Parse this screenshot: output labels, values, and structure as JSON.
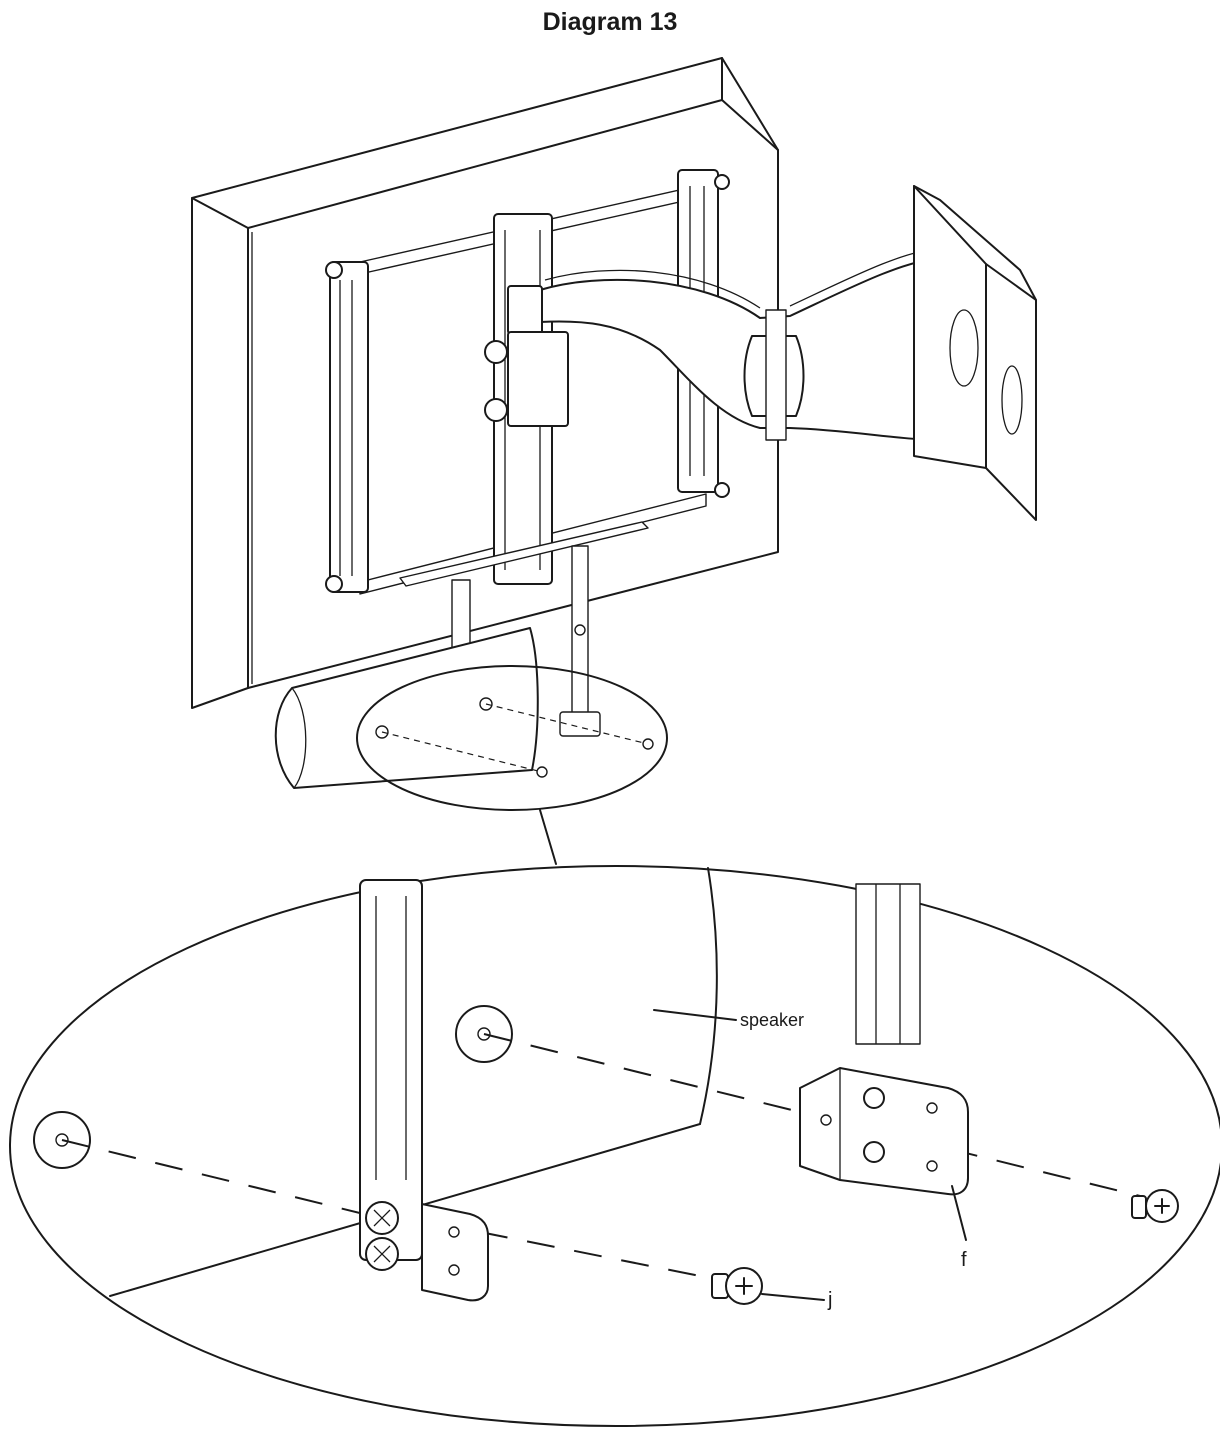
{
  "title": "Diagram 13",
  "callouts": {
    "speaker": "speaker",
    "f": "f",
    "j": "j"
  },
  "colors": {
    "line": "#1a1a1a",
    "background": "#ffffff"
  }
}
